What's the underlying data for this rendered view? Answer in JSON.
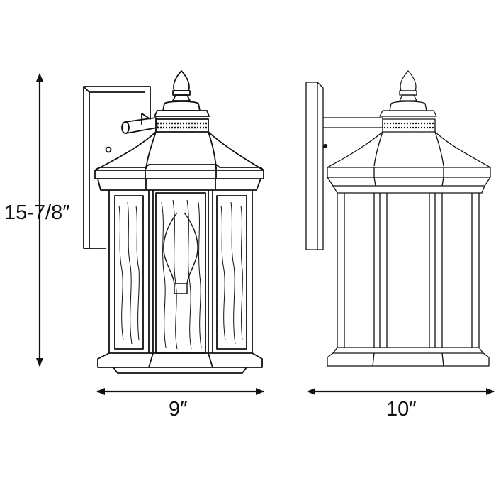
{
  "dimensions": {
    "height": "15-7/8″",
    "width_front": "9″",
    "width_side": "10″"
  },
  "colors": {
    "line": "#111111",
    "background": "#ffffff"
  }
}
